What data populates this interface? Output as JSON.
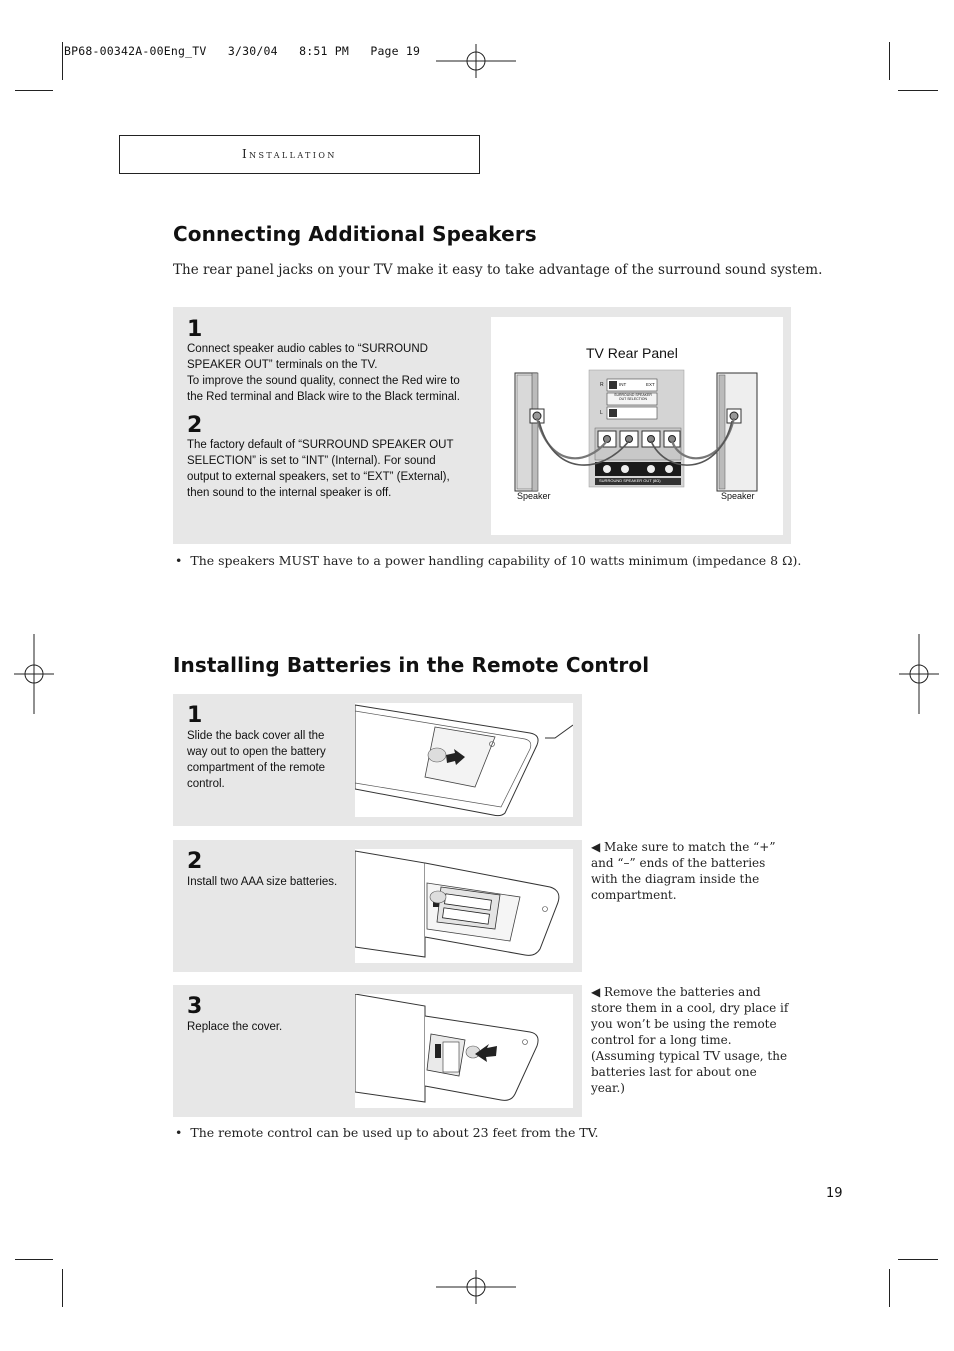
{
  "slug": "BP68-00342A-00Eng_TV   3/30/04   8:51 PM   Page 19",
  "section": {
    "title": "Installation"
  },
  "speakers": {
    "heading": "Connecting Additional Speakers",
    "intro": "The rear panel jacks on your TV make it easy to take advantage of the surround sound system.",
    "steps": [
      {
        "number": "1",
        "lines": [
          "Connect speaker audio cables to “SURROUND SPEAKER OUT” terminals on the TV.",
          "To improve the sound quality, connect the Red wire to the Red terminal and Black wire to the Black terminal."
        ]
      },
      {
        "number": "2",
        "text": "The factory default of “SURROUND SPEAKER OUT SELECTION” is set to “INT” (Internal).  For sound output to external speakers, set to “EXT” (External), then sound to the internal speaker is off."
      }
    ],
    "figure": {
      "title": "TV Rear Panel",
      "speaker_left": "Speaker",
      "speaker_right": "Speaker",
      "panel_label": "SURROUND SPEAKER OUT (8Ω)",
      "switch_label": "SURROUND SPEAKER OUT SELECTION",
      "int_label": "INT",
      "ext_label": "EXT",
      "r_label": "R",
      "l_label": "L"
    },
    "note": "The speakers MUST have to a power handling capability of 10 watts minimum (impedance 8 Ω)."
  },
  "batteries": {
    "heading": "Installing Batteries in the Remote Control",
    "steps": [
      {
        "number": "1",
        "text": "Slide the back cover all the way out to open the battery compartment of the remote control."
      },
      {
        "number": "2",
        "text": "Install two AAA size batteries."
      },
      {
        "number": "3",
        "text": "Replace the cover."
      }
    ],
    "side_notes": [
      "◀ Make sure to match the “+” and “–” ends of the batteries with the diagram inside the compartment.",
      "◀ Remove the batteries and store them in a cool, dry place if you won’t be using the remote control for a long time. (Assuming typical TV usage, the batteries last for about one year.)"
    ],
    "note": "The remote control can be used up to about 23 feet from the TV."
  },
  "page_number": "19",
  "icons": [
    "registration-mark-icon",
    "arrow-icon",
    "triangle-bullet-icon"
  ]
}
